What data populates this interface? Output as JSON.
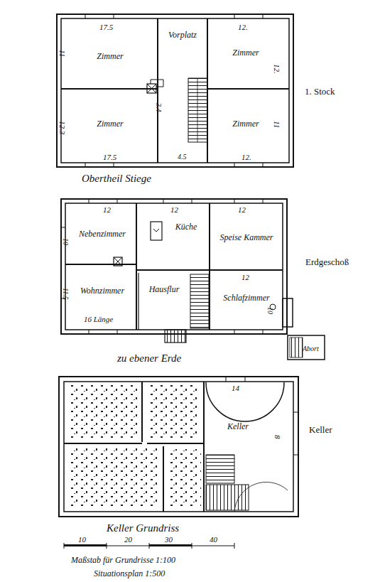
{
  "diagram": {
    "nodes": [
      {
        "text": [
          "1. Stock"
        ]
      },
      {
        "text": [
          "Zimmer"
        ],
        "in": 0
      },
      {
        "text": [
          "Vorplatz"
        ],
        "in": 0
      },
      {
        "text": [
          "Zimmer"
        ],
        "in": 0
      },
      {
        "text": [
          "Zimmer"
        ],
        "in": 0
      },
      {
        "text": [
          "Zimmer"
        ],
        "in": 0
      },
      {
        "text": [
          "Erdgeschoß"
        ]
      },
      {
        "text": [
          "Nebenzimmer"
        ],
        "in": 6
      },
      {
        "text": [
          "Küche"
        ],
        "in": 6
      },
      {
        "text": [
          "Speise Kammer"
        ],
        "in": 6
      },
      {
        "text": [
          "Wohnzimmer"
        ],
        "in": 6
      },
      {
        "text": [
          "Hausflur"
        ],
        "in": 6
      },
      {
        "text": [
          "Schlafzimmer"
        ],
        "in": 6
      },
      {
        "text": [
          "Keller"
        ]
      },
      {
        "text": [
          "Keller"
        ],
        "in": 13
      }
    ],
    "labels": [
      "17.5",
      "12.",
      "11",
      "12.3",
      "3.4",
      "17.5",
      "4.5",
      "12.",
      "12.",
      "11",
      "Obertheil Stiege",
      "12",
      "12",
      "12",
      "10",
      "11.5",
      "12",
      "10",
      "16 Länge",
      "Abort",
      "zu ebener Erde",
      "14",
      "8",
      "Keller Grundriss",
      "10",
      "20",
      "30",
      "40",
      "Maßstab für Grundrisse 1:100",
      "Situationsplan 1:500"
    ]
  }
}
